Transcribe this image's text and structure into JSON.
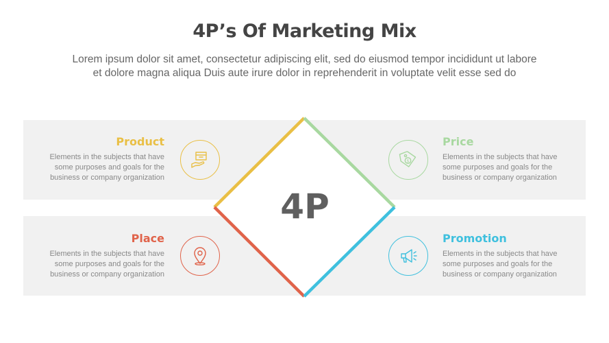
{
  "title": "4P’s Of Marketing Mix",
  "subtitle_line1": "Lorem ipsum dolor sit amet, consectetur adipiscing elit, sed do eiusmod tempor incididunt ut labore",
  "subtitle_line2": "et dolore magna aliqua Duis aute irure dolor in reprehenderit in voluptate velit esse sed do",
  "center": "4P",
  "items": [
    {
      "heading": "Product",
      "body": [
        "Elements in the subjects that have",
        "some purposes and goals for the",
        "business or company organization"
      ],
      "color": "#e9bf45",
      "icon": "box-hand-icon"
    },
    {
      "heading": "Price",
      "body": [
        "Elements in the subjects that have",
        "some purposes and goals for the",
        "business or company organization"
      ],
      "color": "#a8d8a0",
      "icon": "price-tag-icon"
    },
    {
      "heading": "Place",
      "body": [
        "Elements in the subjects that have",
        "some purposes and goals for the",
        "business or company organization"
      ],
      "color": "#e0634a",
      "icon": "location-pin-icon"
    },
    {
      "heading": "Promotion",
      "body": [
        "Elements in the subjects that have",
        "some purposes and goals for the",
        "business or company organization"
      ],
      "color": "#3fc0de",
      "icon": "megaphone-icon"
    }
  ]
}
